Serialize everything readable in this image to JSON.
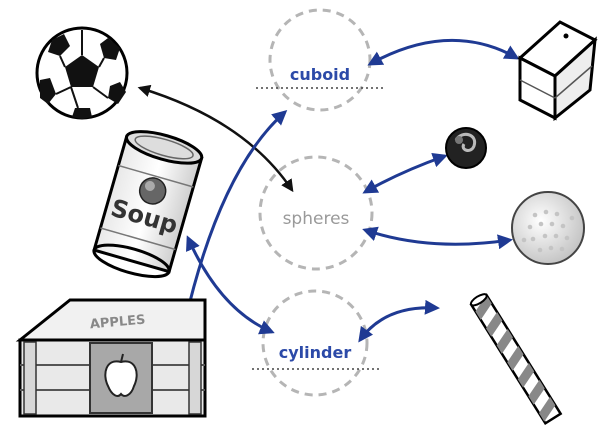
{
  "categories": {
    "cuboid": "cuboid",
    "spheres": "spheres",
    "cylinder": "cylinder"
  },
  "objects": {
    "soup_can": {
      "label": "Soup"
    },
    "apple_crate": {
      "label": "APPLES"
    }
  },
  "colors": {
    "arrow_blue": "#1f3a93",
    "arrow_black": "#111111",
    "circle_dash": "#b5b5b5",
    "label_blue": "#2c4aa8",
    "label_gray": "#9a9a9a"
  },
  "icons": [
    "soccer-ball-icon",
    "soup-can-icon",
    "apple-crate-icon",
    "milk-carton-icon",
    "candy-ball-icon",
    "golf-ball-icon",
    "straw-icon"
  ]
}
